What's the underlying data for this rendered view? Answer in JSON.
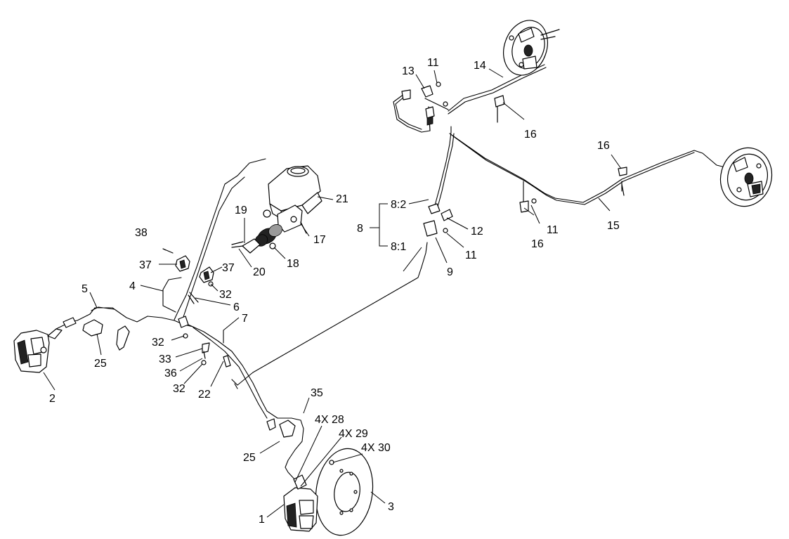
{
  "callouts": {
    "c1": "1",
    "c2": "2",
    "c3": "3",
    "c4": "4",
    "c5": "5",
    "c6": "6",
    "c7": "7",
    "c8": "8",
    "c8_1": "8:1",
    "c8_2": "8:2",
    "c9": "9",
    "c11a": "11",
    "c11b": "11",
    "c11c": "11",
    "c12": "12",
    "c13": "13",
    "c14": "14",
    "c15": "15",
    "c16a": "16",
    "c16b": "16",
    "c16c": "16",
    "c17": "17",
    "c18": "18",
    "c19": "19",
    "c20": "20",
    "c21": "21",
    "c22": "22",
    "c25a": "25",
    "c25b": "25",
    "c28": "4X 28",
    "c29": "4X 29",
    "c30": "4X 30",
    "c32a": "32",
    "c32b": "32",
    "c32c": "32",
    "c33": "33",
    "c35": "35",
    "c36": "36",
    "c37a": "37",
    "c37b": "37",
    "c38": "38"
  }
}
